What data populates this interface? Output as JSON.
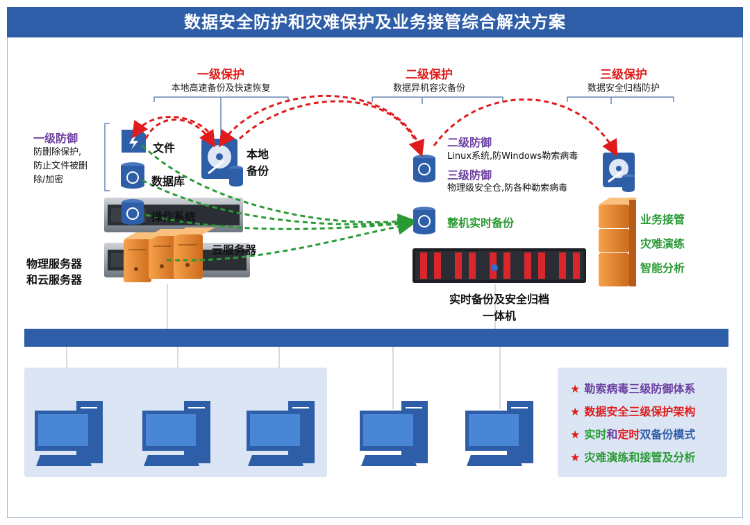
{
  "title": "数据安全防护和灾难保护及业务接管综合解决方案",
  "levels": [
    {
      "name": "一级保护",
      "desc": "本地高速备份及快速恢复"
    },
    {
      "name": "二级保护",
      "desc": "数据异机容灾备份"
    },
    {
      "name": "三级保护",
      "desc": "数据安全归档防护"
    }
  ],
  "defense1": {
    "title": "一级防御",
    "lines": [
      "防删除保护,",
      "防止文件被删",
      "除/加密"
    ]
  },
  "local": {
    "file": "文件",
    "db": "数据库",
    "backup_line1": "本地",
    "backup_line2": "备份",
    "os": "操作系统",
    "cloud": "云服务器"
  },
  "servers_label": {
    "line1": "物理服务器",
    "line2": "和云服务器"
  },
  "defense2": {
    "title": "二级防御",
    "desc": "Linux系统,防Windows勒索病毒"
  },
  "defense3": {
    "title": "三级防御",
    "desc": "物理级安全仓,防各种勒索病毒"
  },
  "realtime": "整机实时备份",
  "appliance": {
    "line1": "实时备份及安全归档",
    "line2": "一体机"
  },
  "services": [
    "业务接管",
    "灾难演练",
    "智能分析"
  ],
  "legend": [
    {
      "text": "勒索病毒三级防御体系",
      "color": "#6b3fa0"
    },
    {
      "text": "数据安全三级保护架构",
      "color": "#e01b1b"
    },
    {
      "parts": [
        {
          "t": "实时",
          "c": "#2a9a35"
        },
        {
          "t": "和",
          "c": "#6b3fa0"
        },
        {
          "t": "定时",
          "c": "#e01b1b"
        },
        {
          "t": "双备份模式",
          "c": "#2f5ea8"
        }
      ]
    },
    {
      "text": "灾难演练和接管及分析",
      "color": "#2a9a35"
    }
  ],
  "colors": {
    "primary": "#2f5ea8",
    "red": "#e01b1b",
    "purple": "#6b3fa0",
    "green": "#2a9a35",
    "orange": "#e8832a",
    "panel": "#dbe5f3"
  }
}
